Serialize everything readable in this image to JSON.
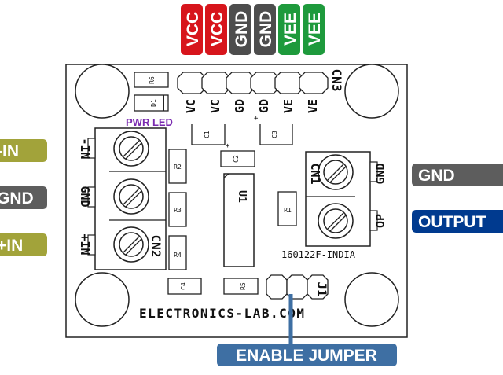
{
  "colors": {
    "vcc": "#d7151c",
    "gnd": "#4d4d4d",
    "vee": "#1e9a3c",
    "in_olive": "#a2a33a",
    "gnd_side": "#5d5d5d",
    "output": "#003a8f",
    "enable": "#3e6fa3",
    "pwr_led": "#7a2bb0",
    "board_outline": "#222222"
  },
  "top_header_labels": [
    "VCC",
    "VCC",
    "GND",
    "GND",
    "VEE",
    "VEE"
  ],
  "left_labels": {
    "minus_in": "-IN",
    "gnd": "GND",
    "plus_in": "+IN"
  },
  "right_labels": {
    "gnd": "GND",
    "output": "OUTPUT"
  },
  "bottom_label": "ENABLE JUMPER",
  "board": {
    "pwr_led": "PWR LED",
    "header_name": "CN3",
    "header_pins": [
      "VC",
      "VC",
      "GD",
      "GD",
      "VE",
      "VE"
    ],
    "cn2": {
      "name": "CN2",
      "pins": [
        "-IN",
        "GND",
        "+IN"
      ]
    },
    "cn1": {
      "name": "CN1",
      "pins": [
        "GND",
        "OP"
      ]
    },
    "components": {
      "r6": "R6",
      "d1": "D1",
      "c1": "C1",
      "c2": "C2",
      "c3": "C3",
      "u1": "U1",
      "r1": "R1",
      "r2": "R2",
      "r3": "R3",
      "r4": "R4",
      "c4": "C4",
      "r5": "R5",
      "j1": "J1"
    },
    "board_code": "160122F-INDIA",
    "website": "ELECTRONICS-LAB.COM"
  }
}
